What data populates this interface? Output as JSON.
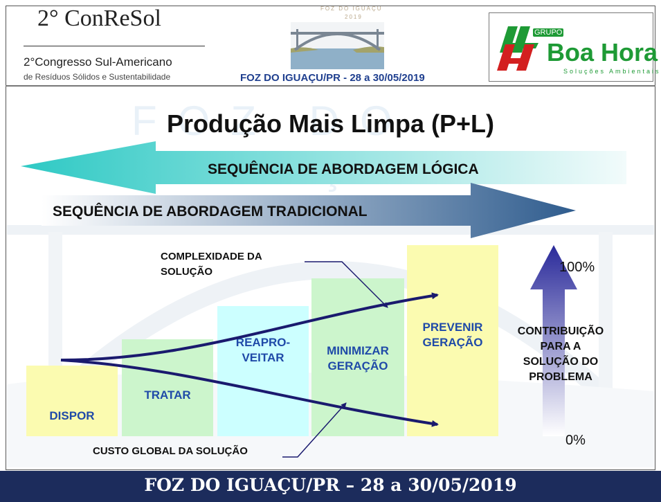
{
  "header": {
    "conresol": "2° ConReSol",
    "congresso": "2°Congresso Sul-Americano",
    "residuos": "de Resíduos Sólidos e Sustentabilidade",
    "foz_small": "FOZ DO IGUAÇU",
    "year_small": "2019",
    "foz_dates": "FOZ DO IGUAÇU/PR - 28 a 30/05/2019",
    "logo_grupo": "GRUPO",
    "logo_name": "Boa Hora",
    "logo_sub": "Soluções Ambientais"
  },
  "watermark": "FOZ DO IGUAÇU",
  "title": "Produção Mais Limpa (P+L)",
  "arrows": {
    "logica": "SEQUÊNCIA DE ABORDAGEM LÓGICA",
    "tradicional": "SEQUÊNCIA DE ABORDAGEM TRADICIONAL"
  },
  "stages": [
    {
      "label": "DISPOR",
      "color": "#fbfbb0"
    },
    {
      "label": "TRATAR",
      "color": "#ccf5cc"
    },
    {
      "label": "REAPRO-\nVEITAR",
      "color": "#ccffff"
    },
    {
      "label": "MINIMIZAR\nGERAÇÃO",
      "color": "#ccf5cc"
    },
    {
      "label": "PREVENIR\nGERAÇÃO",
      "color": "#fbfbb0"
    }
  ],
  "contribution": {
    "top": "100%",
    "bottom": "0%",
    "label": "CONTRIBUIÇÃO\nPARA A\nSOLUÇÃO DO\nPROBLEMA"
  },
  "curves": {
    "complexidade": "COMPLEXIDADE DA\nSOLUÇÃO",
    "custo": "CUSTO GLOBAL DA SOLUÇÃO"
  },
  "footer": "FOZ DO IGUAÇU/PR – 28 a 30/05/2019",
  "colors": {
    "footer_bg": "#1c2c5c",
    "arrow_logica_start": "#2ec9c4",
    "arrow_trad_end": "#2f5c8e",
    "contrib_arrow": "#2a2a9a",
    "curve": "#1a1a6e",
    "brand_green": "#1e9a35"
  }
}
